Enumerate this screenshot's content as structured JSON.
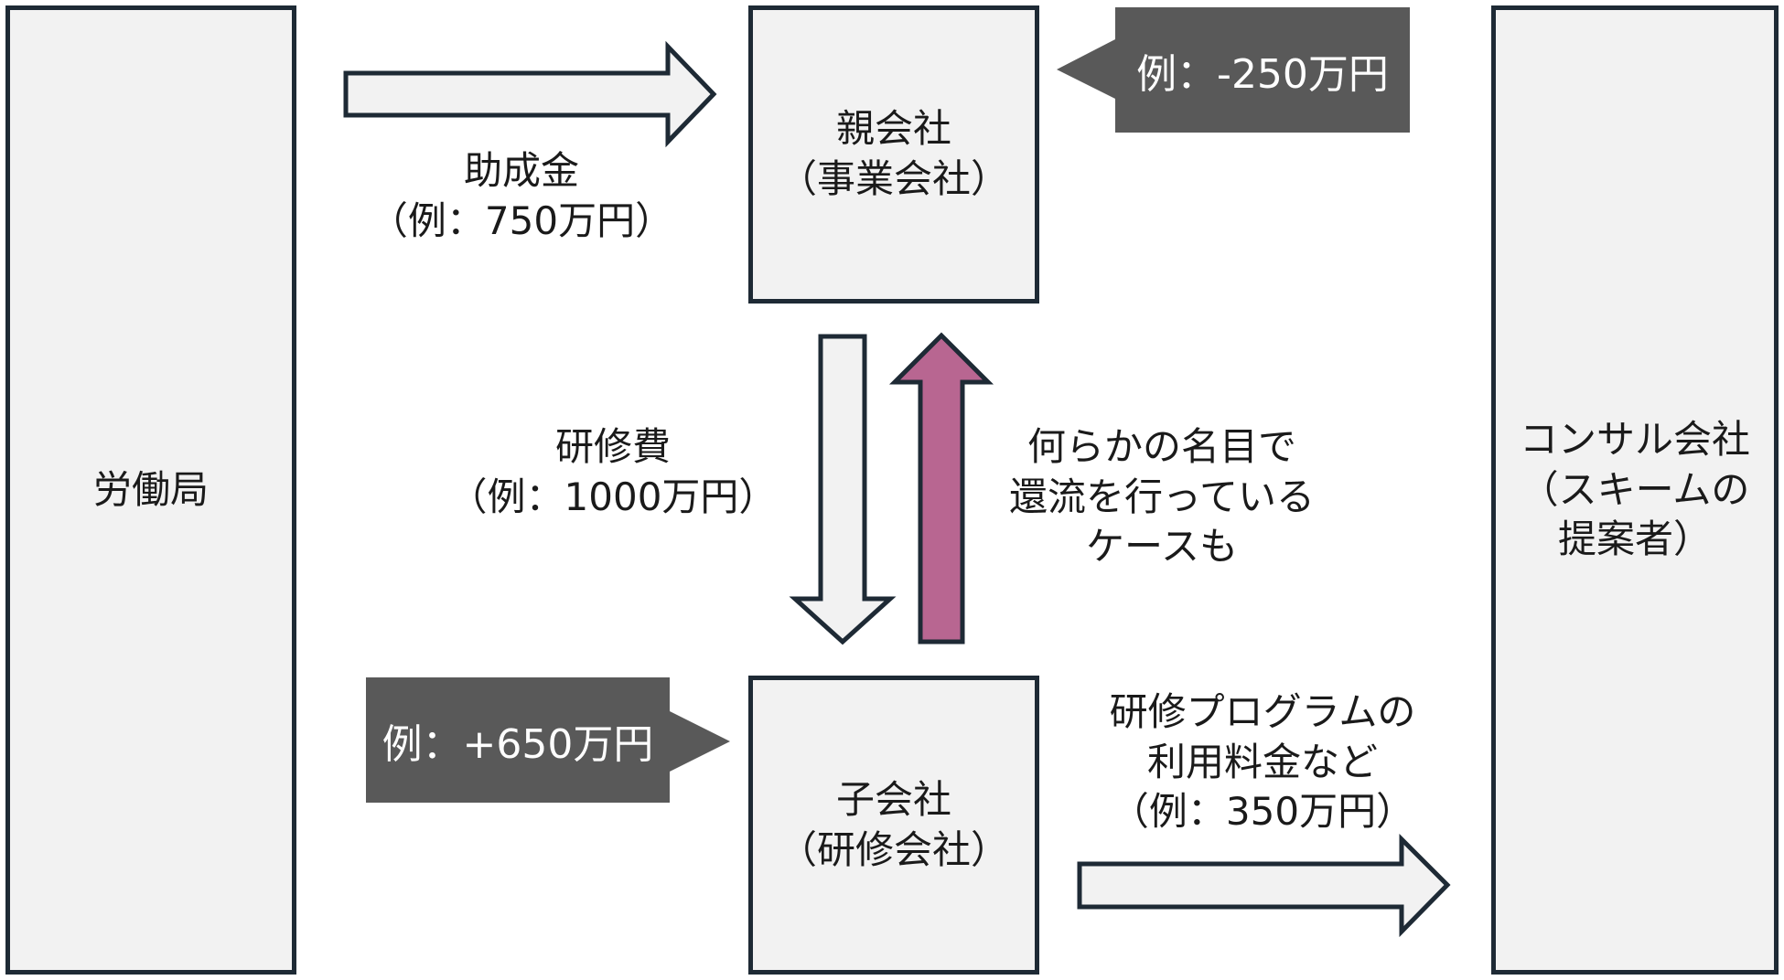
{
  "nodes": {
    "labor_bureau": {
      "label": "労働局"
    },
    "parent_company": {
      "line1": "親会社",
      "line2": "（事業会社）"
    },
    "subsidiary": {
      "line1": "子会社",
      "line2": "（研修会社）"
    },
    "consultant": {
      "line1": "コンサル会社",
      "line2": "（スキームの",
      "line3": "提案者）"
    }
  },
  "edges": {
    "subsidy": {
      "line1": "助成金",
      "line2": "（例：750万円）"
    },
    "training_fee": {
      "line1": "研修費",
      "line2": "（例：1000万円）"
    },
    "reflux": {
      "line1": "何らかの名目で",
      "line2": "還流を行っている",
      "line3": "ケースも"
    },
    "program_fee": {
      "line1": "研修プログラムの",
      "line2": "利用料金など",
      "line3": "（例：350万円）"
    }
  },
  "callouts": {
    "parent_balance": "例：-250万円",
    "subsidiary_balance": "例：+650万円"
  },
  "colors": {
    "border": "#1e2a35",
    "box_fill": "#f2f2f2",
    "callout_fill": "#595959",
    "reflux_arrow": "#b86691"
  }
}
